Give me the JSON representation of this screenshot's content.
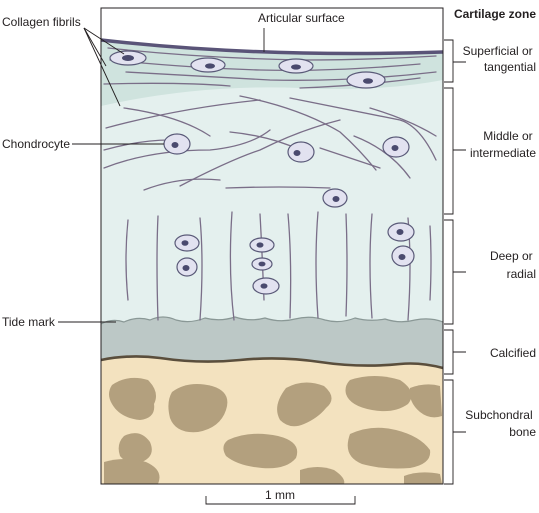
{
  "labels": {
    "collagen_fibrils": "Collagen fibrils",
    "articular_surface": "Articular surface",
    "chondrocyte": "Chondrocyte",
    "tide_mark": "Tide mark",
    "scale": "1 mm"
  },
  "zones": {
    "title": "Cartilage zone",
    "superficial": [
      "Superficial or",
      "tangential"
    ],
    "middle": [
      "Middle or",
      "intermediate"
    ],
    "deep": [
      "Deep or",
      "radial"
    ],
    "calcified": [
      "Calcified"
    ],
    "subchondral": [
      "Subchondral",
      "bone"
    ]
  },
  "colors": {
    "superficial_fill": "#cfe3de",
    "cartilage_fill": "#e4f0ee",
    "calcified_fill": "#bcc8c6",
    "bone_fill": "#f3e2bf",
    "marrow_fill": "#b3a07e",
    "fiber_stroke": "#7a6e88",
    "cell_fill": "#e2e2f0",
    "cell_stroke": "#5a5a78",
    "nucleus_fill": "#4a4a6e",
    "surface_stroke": "#5a5478"
  }
}
